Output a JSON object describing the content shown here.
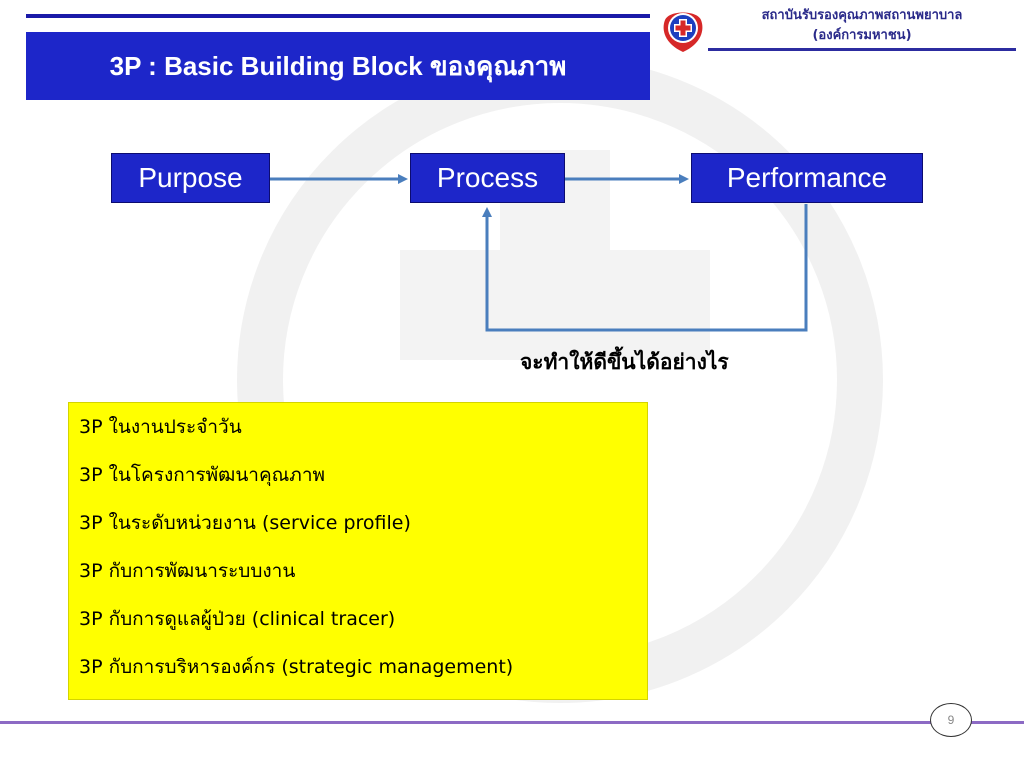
{
  "header": {
    "title": "3P : Basic Building Block ของคุณภาพ",
    "org_line1": "สถาบันรับรองคุณภาพสถานพยาบาล",
    "org_line2": "(องค์การมหาชน)"
  },
  "flow": {
    "purpose": "Purpose",
    "process": "Process",
    "performance": "Performance",
    "question": "จะทำให้ดีขึ้นได้อย่างไร"
  },
  "list": {
    "items": [
      "3P ในงานประจำวัน",
      "3P ในโครงการพัฒนาคุณภาพ",
      "3P ในระดับหน่วยงาน (service profile)",
      "3P กับการพัฒนาระบบงาน",
      "3P กับการดูแลผู้ป่วย (clinical tracer)",
      "3P กับการบริหารองค์กร (strategic management)"
    ]
  },
  "footer": {
    "page_number": "9"
  },
  "colors": {
    "title_blue": "#1d26c9",
    "arrow_blue": "#4a7ebd",
    "highlight_yellow": "#ffff00",
    "accent_purple": "#8c6ac4"
  }
}
